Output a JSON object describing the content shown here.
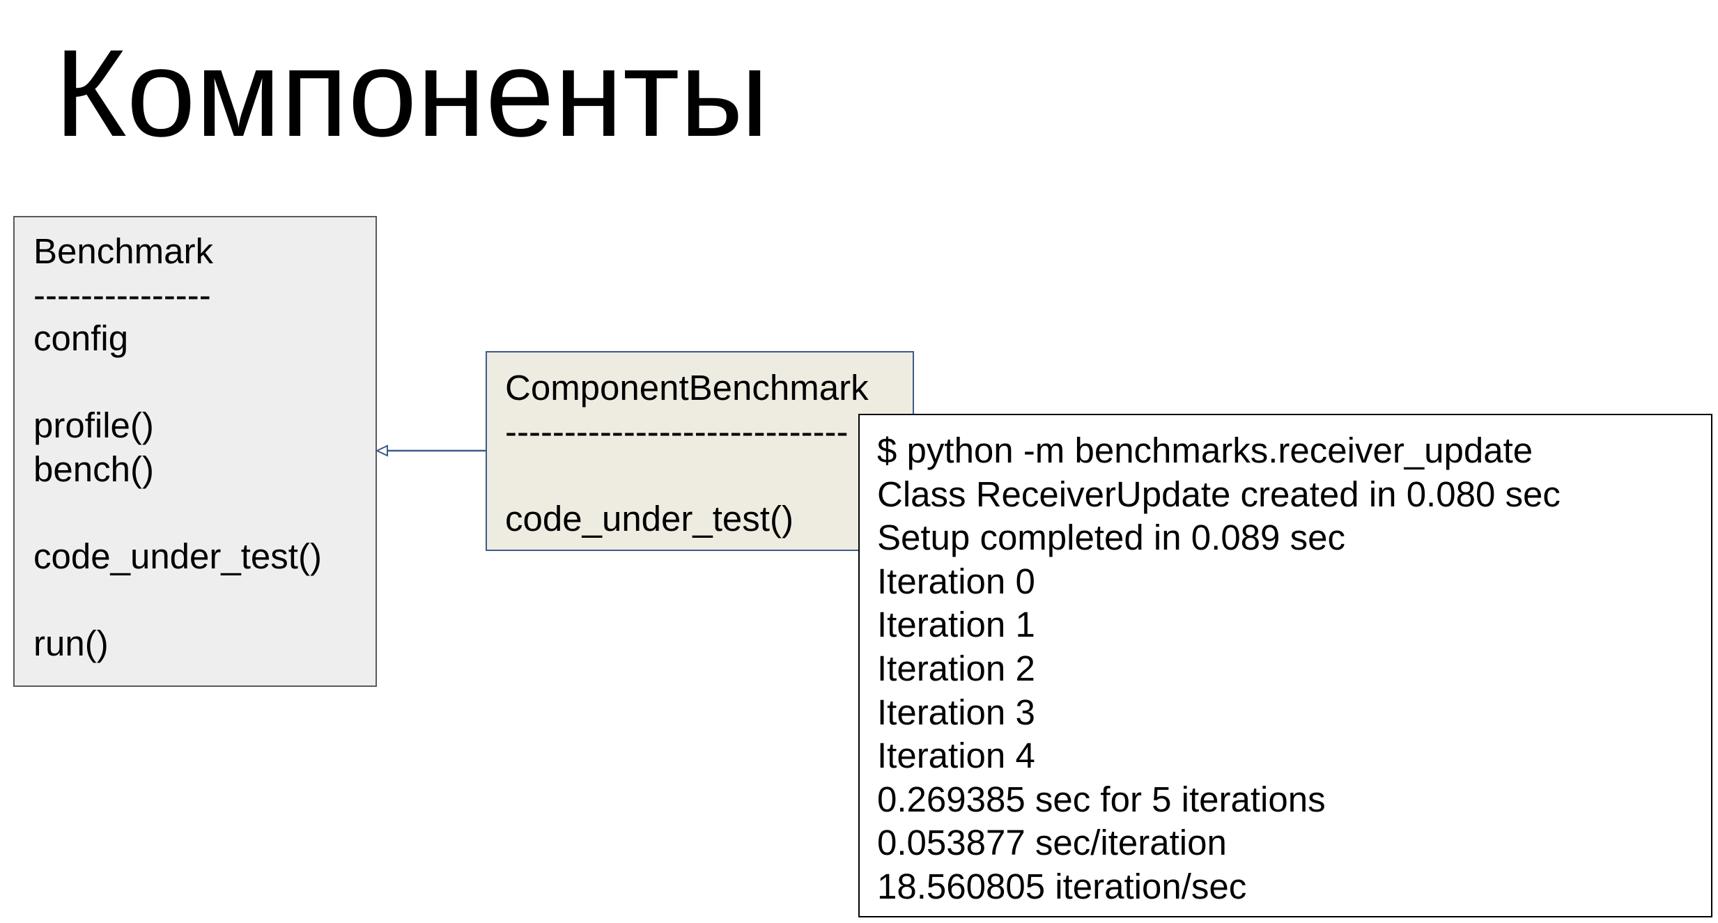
{
  "title": "Компоненты",
  "benchmark_box": {
    "lines": [
      "Benchmark",
      "---------------",
      "config",
      "",
      "profile()",
      "bench()",
      "",
      "code_under_test()",
      "",
      "run()"
    ]
  },
  "component_box": {
    "lines": [
      "ComponentBenchmark",
      "-----------------------------",
      "",
      "code_under_test()"
    ]
  },
  "output_box": {
    "lines": [
      "$ python -m benchmarks.receiver_update",
      "Class ReceiverUpdate created in 0.080 sec",
      "Setup completed in 0.089 sec",
      "Iteration 0",
      "Iteration 1",
      "Iteration 2",
      "Iteration 3",
      "Iteration 4",
      "0.269385 sec for 5 iterations",
      "0.053877 sec/iteration",
      "18.560805 iteration/sec"
    ]
  },
  "colors": {
    "benchmark_fill": "#eeeeee",
    "benchmark_border": "#595959",
    "component_fill": "#eeece1",
    "component_border": "#3c5a8c",
    "arrow": "#3c5a8c"
  }
}
